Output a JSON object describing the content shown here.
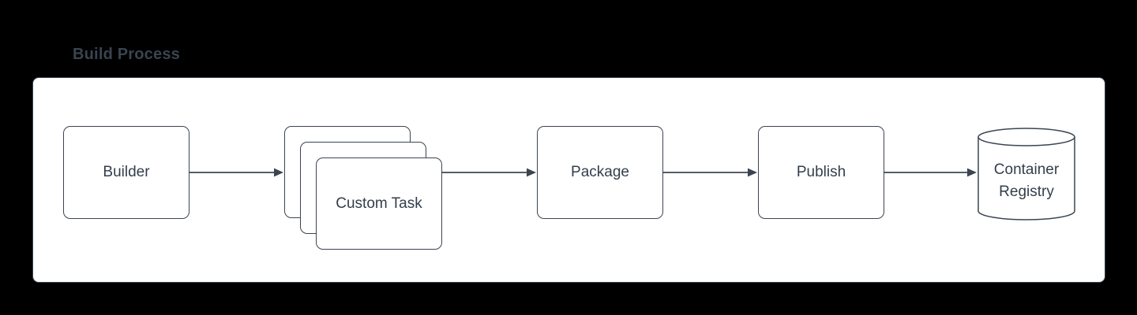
{
  "title": "Build Process",
  "colors": {
    "background": "#000000",
    "canvas": "#ffffff",
    "stroke": "#3b4552",
    "text": "#333e4b",
    "title": "#3a4450"
  },
  "diagram": {
    "nodes": [
      {
        "id": "builder",
        "label": "Builder",
        "shape": "rounded-rectangle"
      },
      {
        "id": "custom-task",
        "label": "Custom Task",
        "shape": "stacked-rounded-rectangles"
      },
      {
        "id": "package",
        "label": "Package",
        "shape": "rounded-rectangle"
      },
      {
        "id": "publish",
        "label": "Publish",
        "shape": "rounded-rectangle"
      },
      {
        "id": "container-registry",
        "label": "Container Registry",
        "shape": "cylinder"
      }
    ],
    "edges": [
      {
        "from": "builder",
        "to": "custom-task"
      },
      {
        "from": "custom-task",
        "to": "package"
      },
      {
        "from": "package",
        "to": "publish"
      },
      {
        "from": "publish",
        "to": "container-registry"
      }
    ]
  }
}
